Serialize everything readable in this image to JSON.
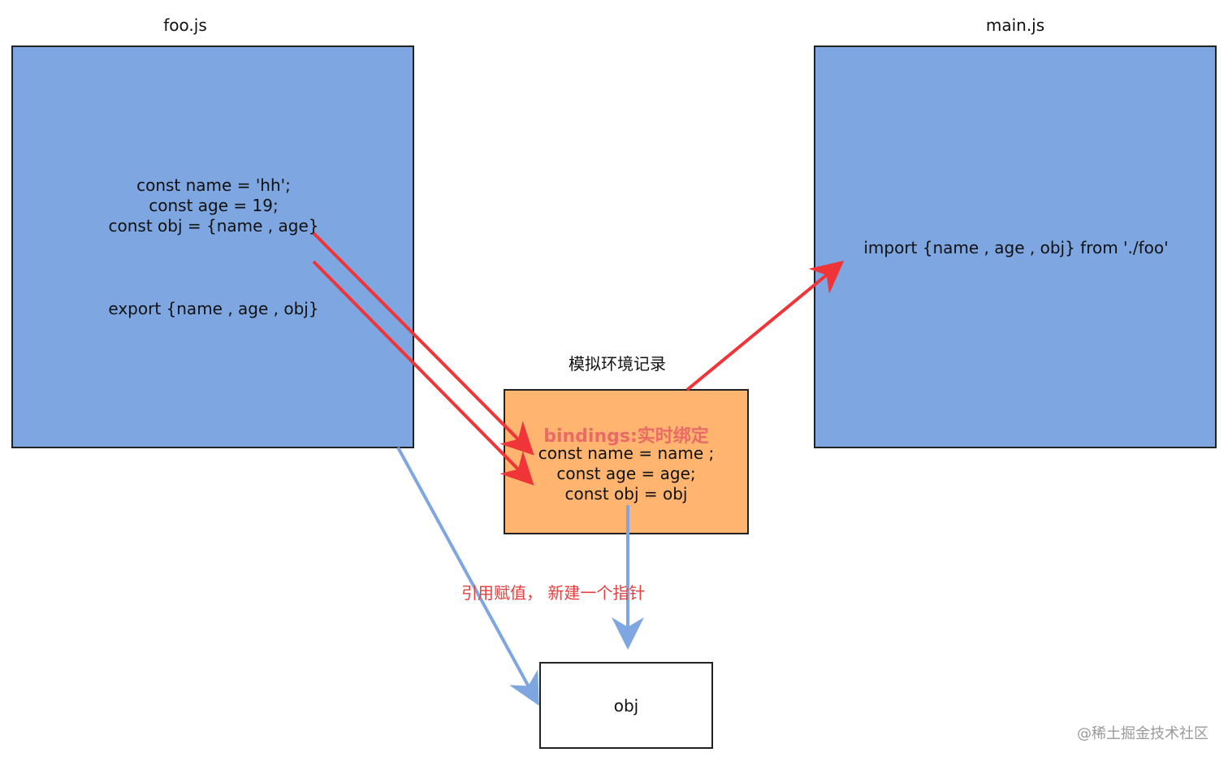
{
  "foo_module": {
    "title": "foo.js",
    "code_lines": [
      "const name = 'hh';",
      "const age = 19;",
      "const obj = {name , age}"
    ],
    "export_line": "export {name , age , obj}"
  },
  "main_module": {
    "title": "main.js",
    "import_line": "import {name , age  , obj} from  './foo'"
  },
  "env_record": {
    "title": "模拟环境记录",
    "bindings_title": "bindings:实时绑定",
    "lines": [
      "const name = name ;",
      "const age = age;",
      "const obj = obj"
    ]
  },
  "obj_box": {
    "label": "obj"
  },
  "annotation": {
    "text": "引用赋值，  新建一个指针"
  },
  "watermark": "@稀土掘金技术社区",
  "colors": {
    "module_fill": "#7ea6e0",
    "env_fill": "#ffb570",
    "red_arrow": "#ef3538",
    "blue_arrow": "#7ea6e0",
    "bindings_text": "#ea6b66",
    "annotation_text": "#e5403f"
  }
}
